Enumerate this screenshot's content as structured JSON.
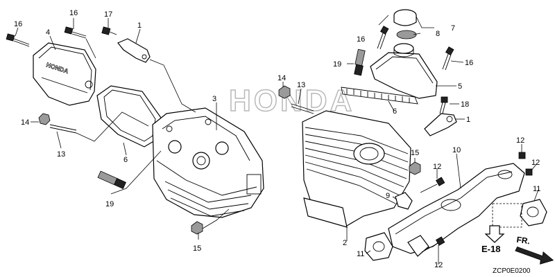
{
  "watermark": "HONDA",
  "cover_brand": "HONDA",
  "callouts": [
    "16",
    "4",
    "16",
    "17",
    "1",
    "14",
    "13",
    "6",
    "3",
    "19",
    "15",
    "16",
    "19",
    "13",
    "14",
    "6",
    "7",
    "8",
    "16",
    "5",
    "18",
    "1",
    "15",
    "12",
    "10",
    "12",
    "12",
    "9",
    "11",
    "11",
    "2",
    "12",
    "15"
  ],
  "reference_label": "E-18",
  "direction_label": "FR.",
  "diagram_code": "ZCP0E0200"
}
